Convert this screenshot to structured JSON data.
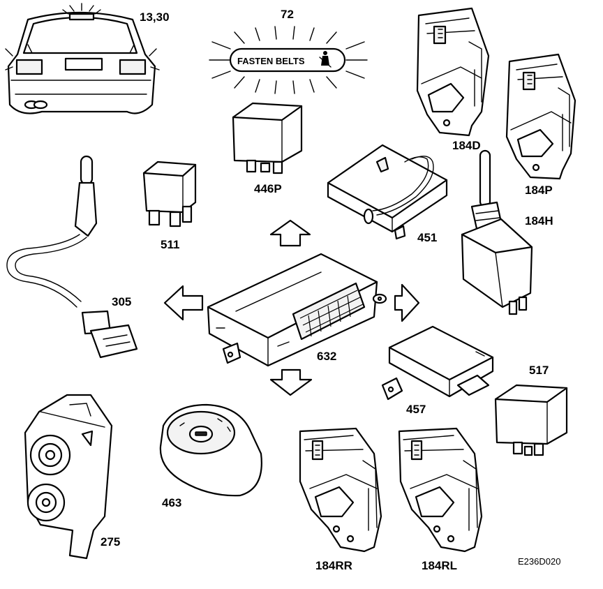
{
  "diagram": {
    "caption_code": "E236D020",
    "badge_text": "FASTEN BELTS",
    "labels": {
      "car": "13,30",
      "belt_lamp": "72",
      "relay_446p": "446P",
      "relay_511": "511",
      "module_451": "451",
      "lock_184d": "184D",
      "lock_184p": "184P",
      "actuator_184h": "184H",
      "sensor_305": "305",
      "central_632": "632",
      "module_457": "457",
      "relay_517": "517",
      "siren_275": "275",
      "ignition_463": "463",
      "lock_184rr": "184RR",
      "lock_184rl": "184RL"
    }
  }
}
